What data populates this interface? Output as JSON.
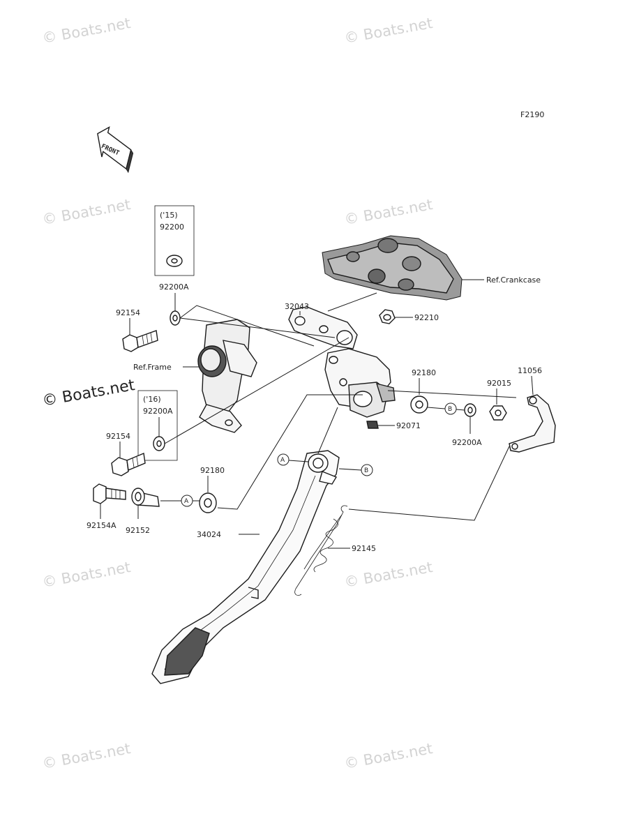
{
  "figure_code": "F2190",
  "front_marker": "FRONT",
  "watermark": "© Boats.net",
  "ref_crankcase": "Ref.Crankcase",
  "ref_frame": "Ref.Frame",
  "box_15": {
    "year": "('15)",
    "part": "92200"
  },
  "box_16": {
    "year": "('16)",
    "part": "92200A"
  },
  "parts": {
    "p32043": "32043",
    "p92210": "92210",
    "p92200A_top": "92200A",
    "p92154_top": "92154",
    "p92180_right": "92180",
    "p11056": "11056",
    "p92015": "92015",
    "p92071": "92071",
    "p92200A_right": "92200A",
    "p92154_mid": "92154",
    "p92180_left": "92180",
    "p92154A": "92154A",
    "p92152": "92152",
    "p34024": "34024",
    "p92145": "92145"
  },
  "markers": {
    "a": "A",
    "b": "B"
  }
}
